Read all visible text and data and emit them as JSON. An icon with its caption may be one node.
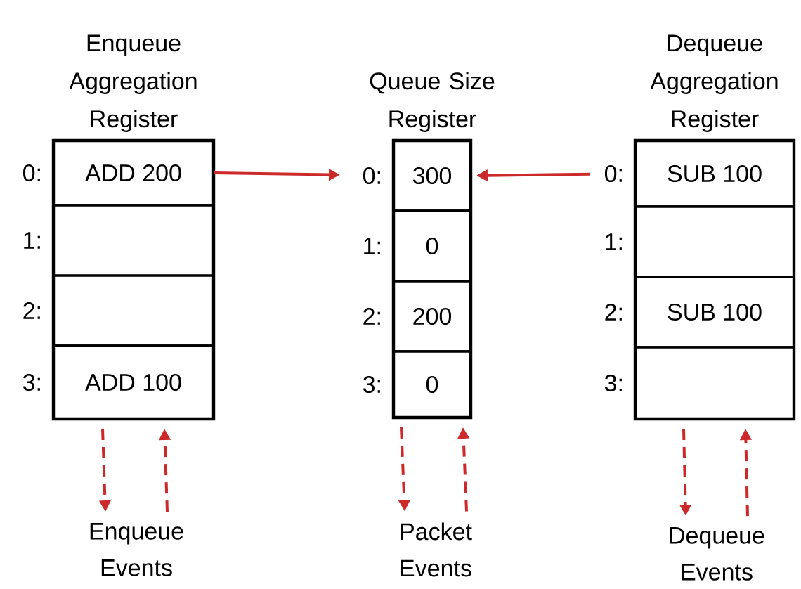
{
  "diagram": {
    "nodes": [
      {
        "text": [
          "Enqueue Aggregation Register"
        ]
      },
      {
        "text": [
          "ADD 200"
        ],
        "in": 0,
        "beside": [
          "0:"
        ]
      },
      {
        "text": [],
        "shape": "box",
        "in": 0,
        "beside": [
          "1:"
        ]
      },
      {
        "text": [],
        "shape": "box",
        "in": 0,
        "beside": [
          "2:"
        ]
      },
      {
        "text": [
          "ADD 100"
        ],
        "in": 0,
        "beside": [
          "3:"
        ]
      },
      {
        "text": [
          "Queue Size Register"
        ]
      },
      {
        "text": [
          "300"
        ],
        "in": 5,
        "beside": [
          "0:"
        ]
      },
      {
        "text": [
          "0"
        ],
        "in": 5,
        "beside": [
          "1:"
        ]
      },
      {
        "text": [
          "200"
        ],
        "in": 5,
        "beside": [
          "2:"
        ]
      },
      {
        "text": [
          "0"
        ],
        "in": 5,
        "beside": [
          "3:"
        ]
      },
      {
        "text": [
          "Dequeue Aggregation Register"
        ]
      },
      {
        "text": [
          "SUB 100"
        ],
        "in": 10,
        "beside": [
          "0:"
        ]
      },
      {
        "text": [],
        "shape": "box",
        "in": 10,
        "beside": [
          "1:"
        ]
      },
      {
        "text": [
          "SUB 100"
        ],
        "in": 10,
        "beside": [
          "2:"
        ]
      },
      {
        "text": [],
        "shape": "box",
        "in": 10,
        "beside": [
          "3:"
        ]
      },
      {
        "text": [
          "Enqueue Events"
        ]
      },
      {
        "text": [
          "Packet Events"
        ]
      },
      {
        "text": [
          "Dequeue Events"
        ]
      }
    ],
    "edges": [
      {
        "from": 1,
        "to": 6,
        "arrow": "to"
      },
      {
        "from": 11,
        "to": 6,
        "arrow": "to"
      },
      {
        "from": 0,
        "to": 15,
        "arrow": "to",
        "style": "dashed"
      },
      {
        "from": 15,
        "to": 0,
        "arrow": "to",
        "style": "dashed"
      },
      {
        "from": 5,
        "to": 16,
        "arrow": "to",
        "style": "dashed"
      },
      {
        "from": 16,
        "to": 5,
        "arrow": "to",
        "style": "dashed"
      },
      {
        "from": 10,
        "to": 17,
        "arrow": "to",
        "style": "dashed"
      },
      {
        "from": 17,
        "to": 10,
        "arrow": "to",
        "style": "dashed"
      }
    ]
  }
}
